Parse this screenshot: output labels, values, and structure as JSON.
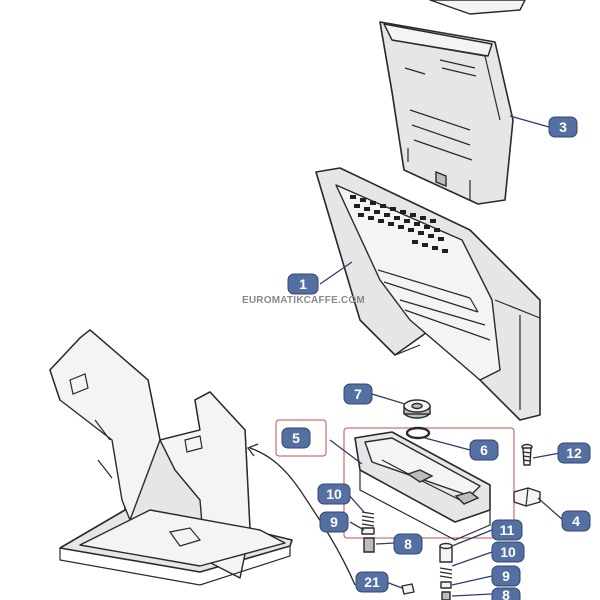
{
  "watermark": "EUROMATIKCAFFE.COM",
  "callouts": [
    {
      "id": "c3",
      "label": "3"
    },
    {
      "id": "c1",
      "label": "1"
    },
    {
      "id": "c7",
      "label": "7"
    },
    {
      "id": "c5",
      "label": "5"
    },
    {
      "id": "c6",
      "label": "6"
    },
    {
      "id": "c12",
      "label": "12"
    },
    {
      "id": "c10a",
      "label": "10"
    },
    {
      "id": "c9a",
      "label": "9"
    },
    {
      "id": "c8a",
      "label": "8"
    },
    {
      "id": "c11",
      "label": "11"
    },
    {
      "id": "c4",
      "label": "4"
    },
    {
      "id": "c10b",
      "label": "10"
    },
    {
      "id": "c9b",
      "label": "9"
    },
    {
      "id": "c21",
      "label": "21"
    },
    {
      "id": "c8b",
      "label": "8"
    }
  ],
  "colors": {
    "badge": "#5470a3",
    "frame": "#cc4b4b"
  }
}
